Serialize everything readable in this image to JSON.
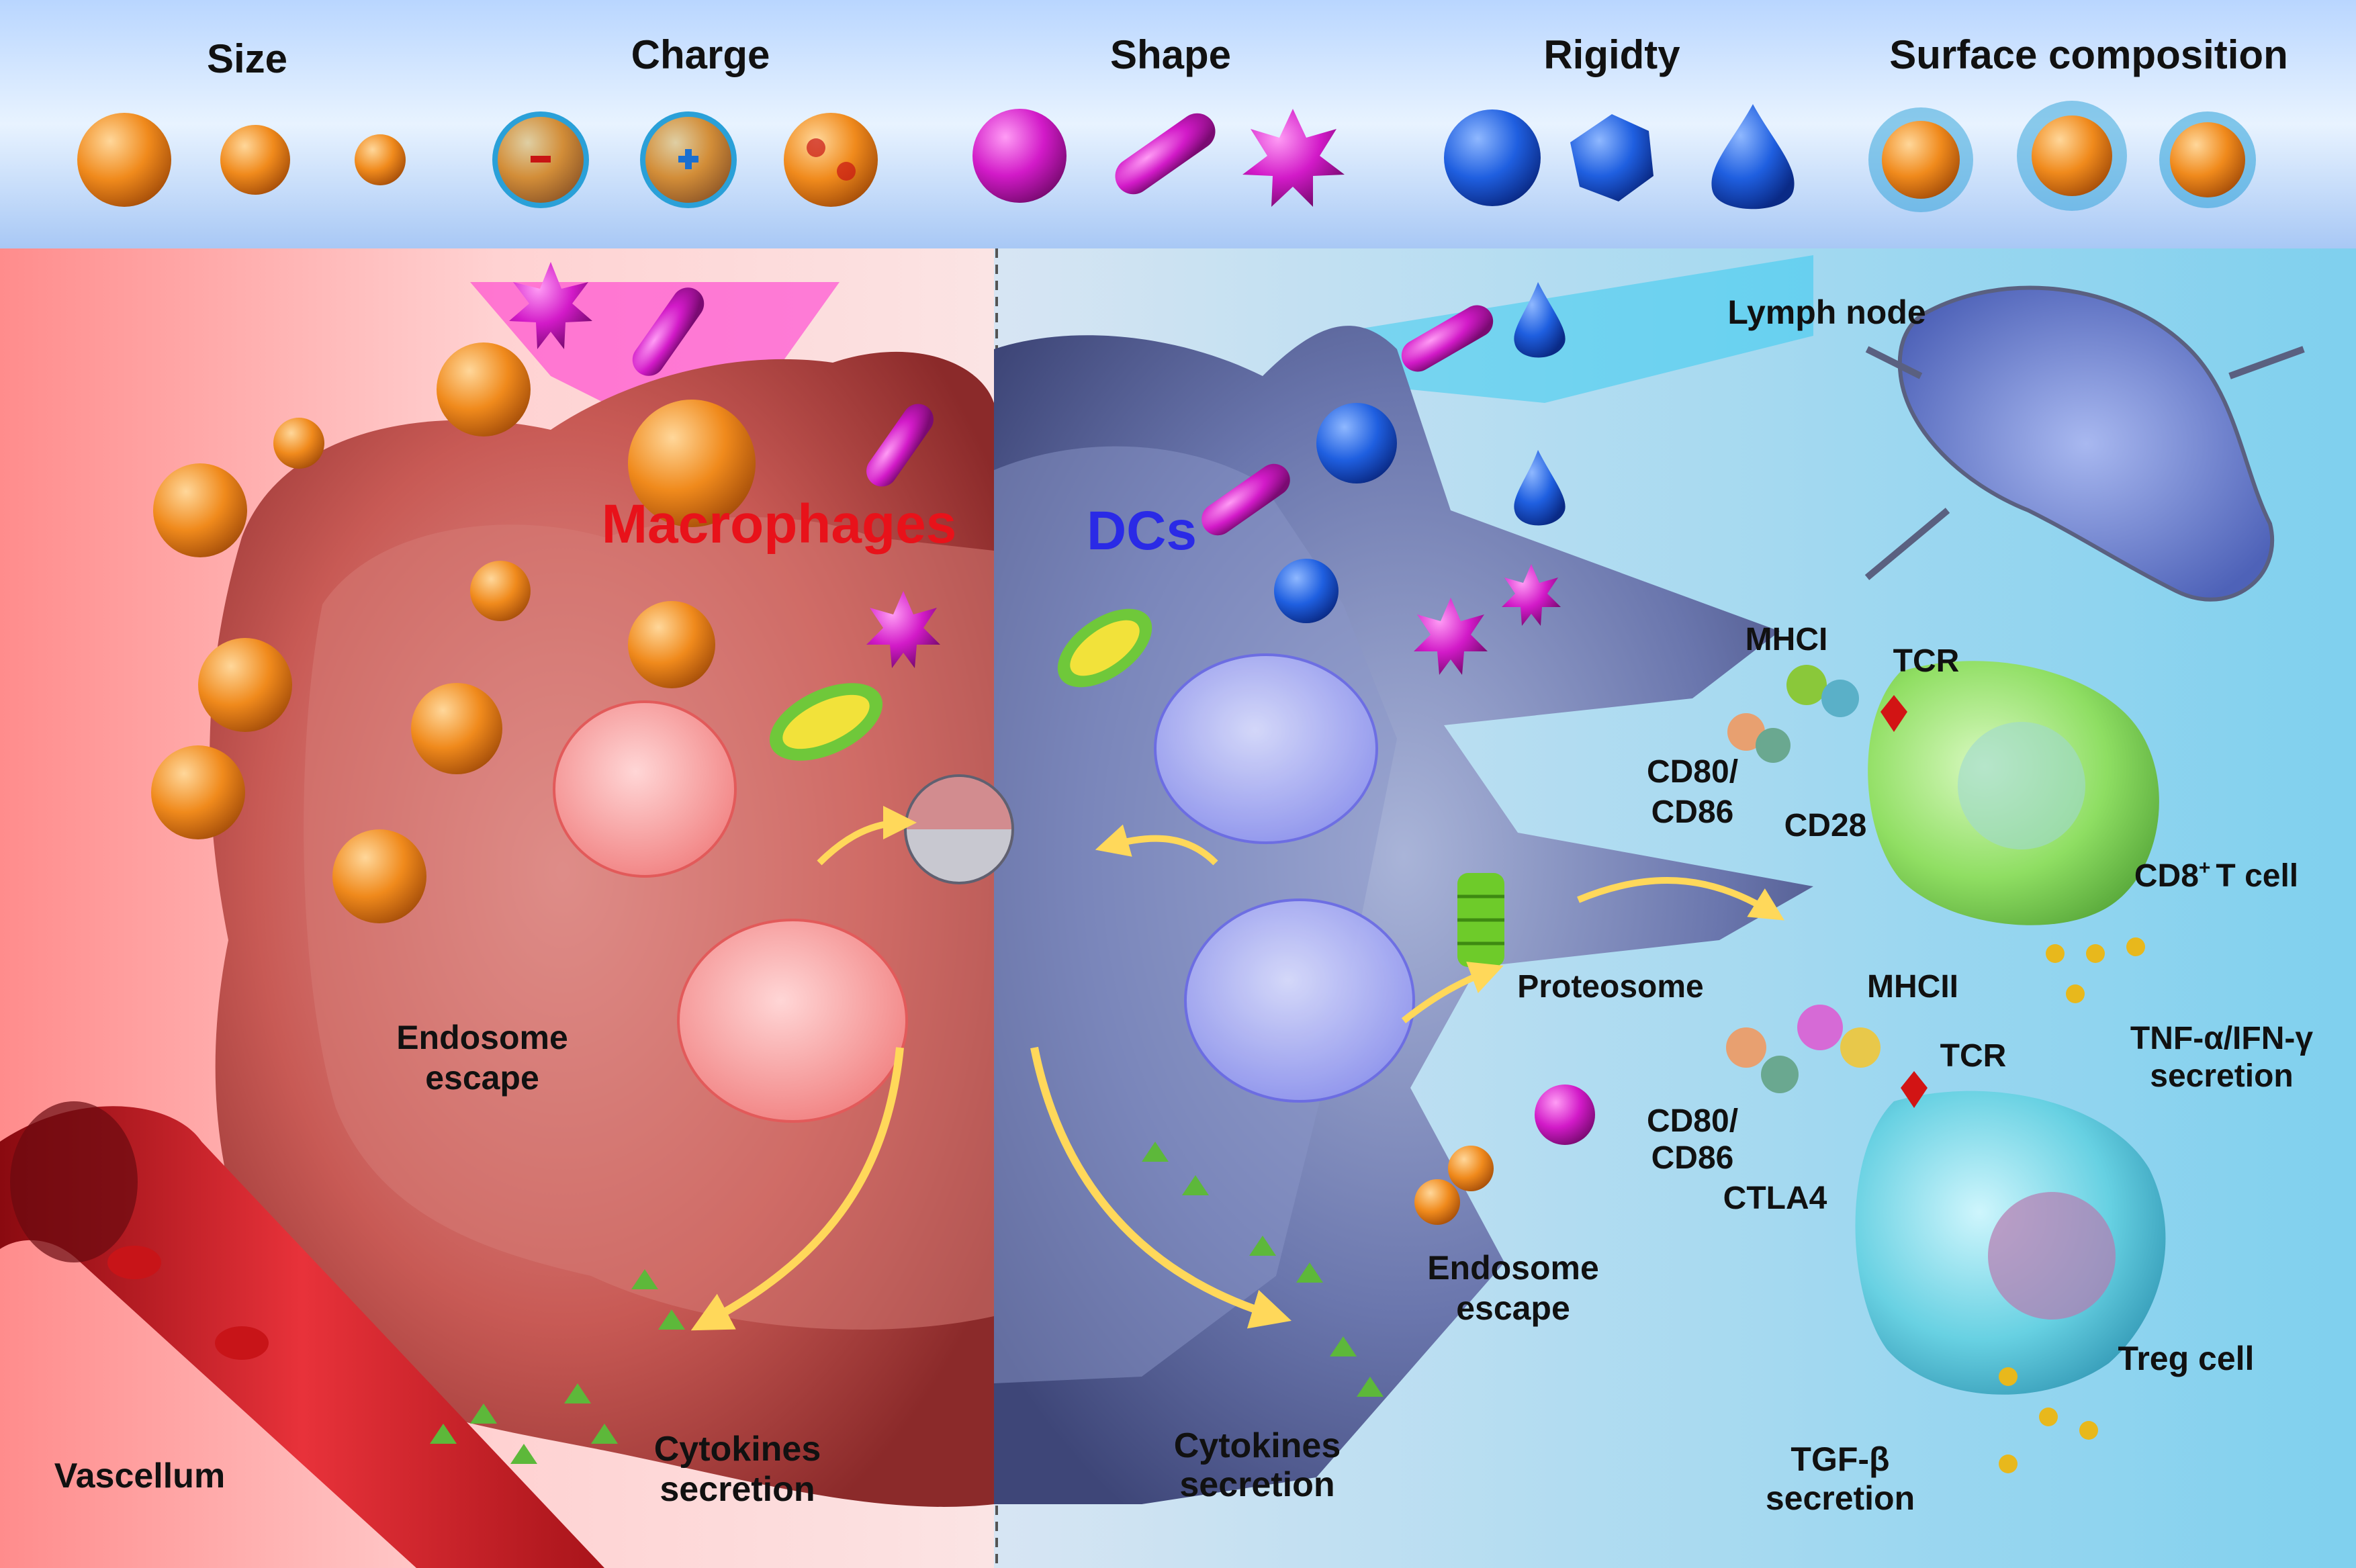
{
  "top_bar": {
    "categories": [
      {
        "key": "size",
        "label": "Size"
      },
      {
        "key": "charge",
        "label": "Charge"
      },
      {
        "key": "shape",
        "label": "Shape"
      },
      {
        "key": "rigidity",
        "label": "Rigidty"
      },
      {
        "key": "surface",
        "label": "Surface composition"
      }
    ]
  },
  "cells": {
    "macrophages": {
      "label": "Macrophages",
      "color": "#e8121a"
    },
    "dcs": {
      "label": "DCs",
      "color": "#2a2ae6"
    }
  },
  "labels": {
    "lymph_node": "Lymph node",
    "mhc1": "MHCI",
    "tcr_top": "TCR",
    "cd80_top_line1": "CD80/",
    "cd80_top_line2": "CD86",
    "cd28": "CD28",
    "cd8_prefix": "CD8",
    "cd8_sup": "+",
    "cd8_suffix": "T cell",
    "proteosome": "Proteosome",
    "mhc2": "MHCII",
    "tcr_bottom": "TCR",
    "tnf_line1": "TNF-α/IFN-γ",
    "tnf_line2": "secretion",
    "cd80_bottom_line1": "CD80/",
    "cd80_bottom_line2": "CD86",
    "ctla4": "CTLA4",
    "endosome_left_line1": "Endosome",
    "endosome_left_line2": "escape",
    "endosome_right_line1": "Endosome",
    "endosome_right_line2": "escape",
    "treg": "Treg cell",
    "tgf_line1": "TGF-β",
    "tgf_line2": "secretion",
    "vascellum": "Vascellum",
    "cytokines_left_line1": "Cytokines",
    "cytokines_left_line2": "secretion",
    "cytokines_right_line1": "Cytokines",
    "cytokines_right_line2": "secretion"
  },
  "colors": {
    "size_particle": "#f08a1c",
    "shape_particle": "#d21ac8",
    "rigidity_particle": "#1f5fe0",
    "surface_particle": "#2aa0d8",
    "cd8_cell": "#8ee04a",
    "treg_cell": "#5fd0e0",
    "cytokine": "#5db83a",
    "secretion": "#e8b81c"
  }
}
